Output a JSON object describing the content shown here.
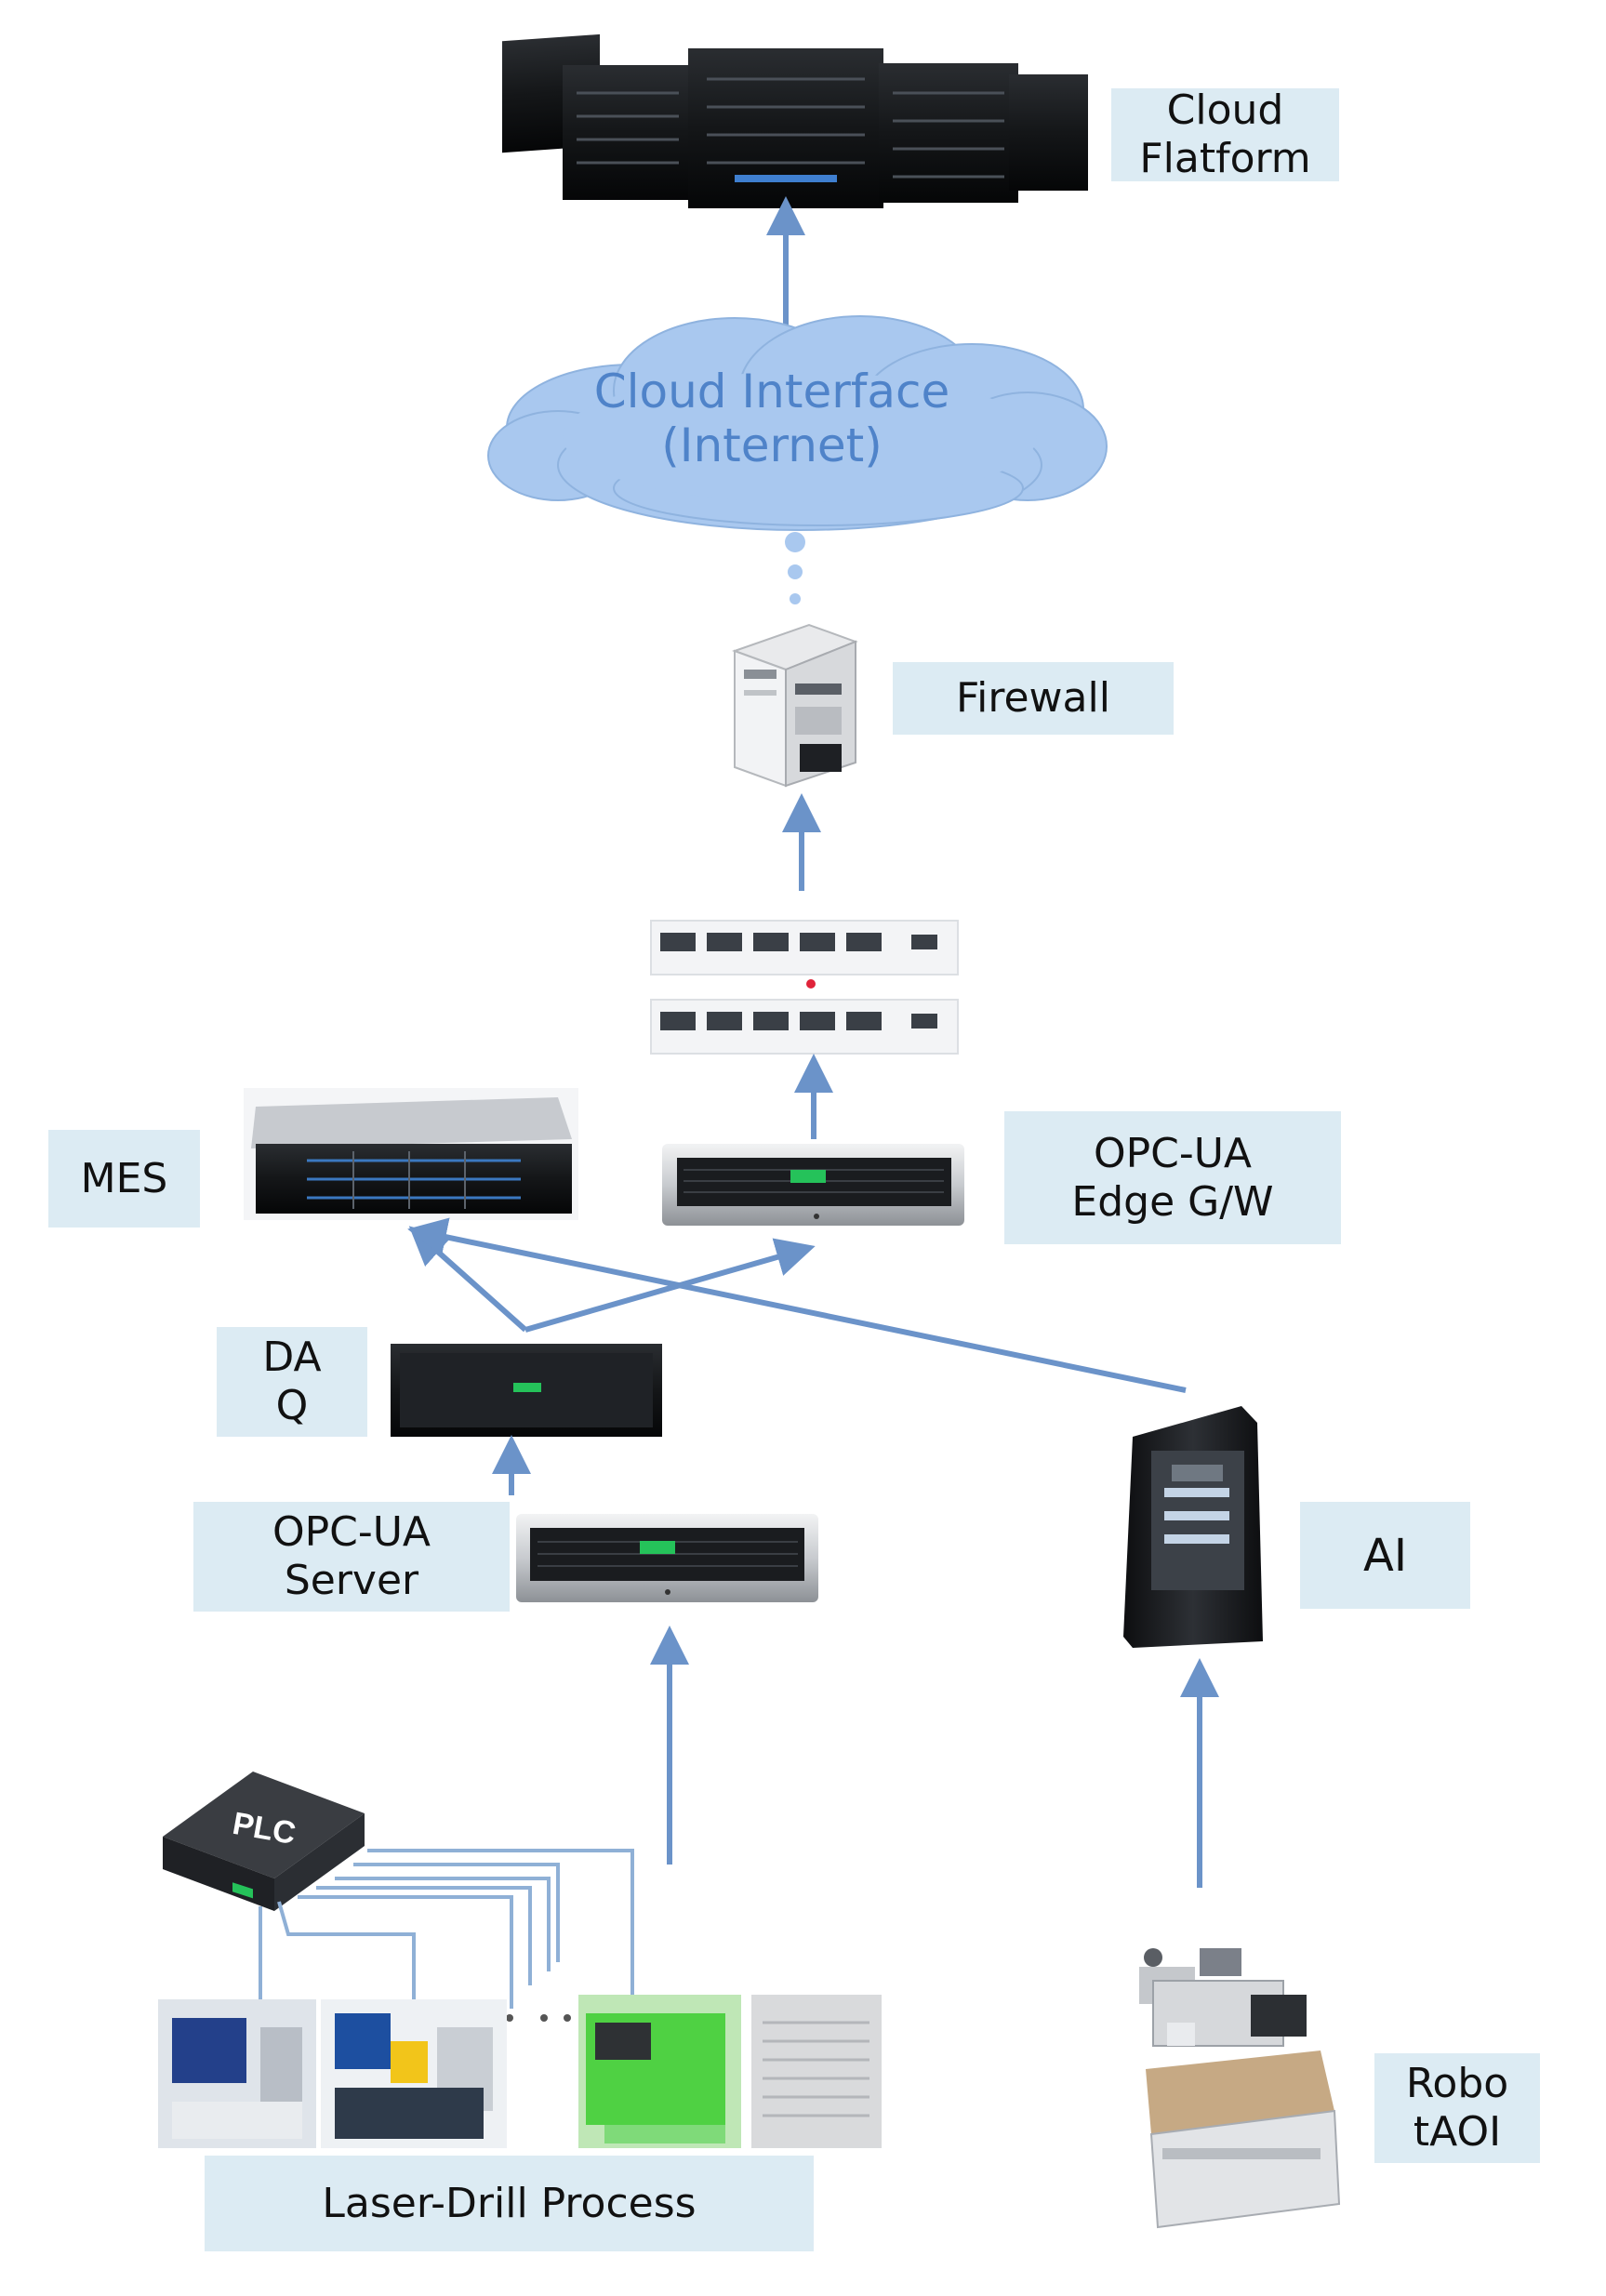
{
  "labels": {
    "cloud_platform": [
      "Cloud",
      "Flatform"
    ],
    "cloud_interface": [
      "Cloud Interface",
      "(Internet)"
    ],
    "firewall": "Firewall",
    "mes": "MES",
    "opcua_edge": [
      "OPC-UA",
      "Edge G/W"
    ],
    "daq": [
      "DA",
      "Q"
    ],
    "opcua_server": [
      "OPC-UA",
      "Server"
    ],
    "ai": "AI",
    "plc": "PLC",
    "robot_aoi": [
      "Robo",
      "tAOI"
    ],
    "laser_drill": "Laser-Drill Process"
  },
  "colors": {
    "arrow": "#6b93c9",
    "label_bg": "#dcebf3",
    "cloud_fill": "#a9c8ef",
    "cloud_text": "#4f83c9",
    "plc_line": "#8fb0d6",
    "status_led": "#25c25a"
  }
}
